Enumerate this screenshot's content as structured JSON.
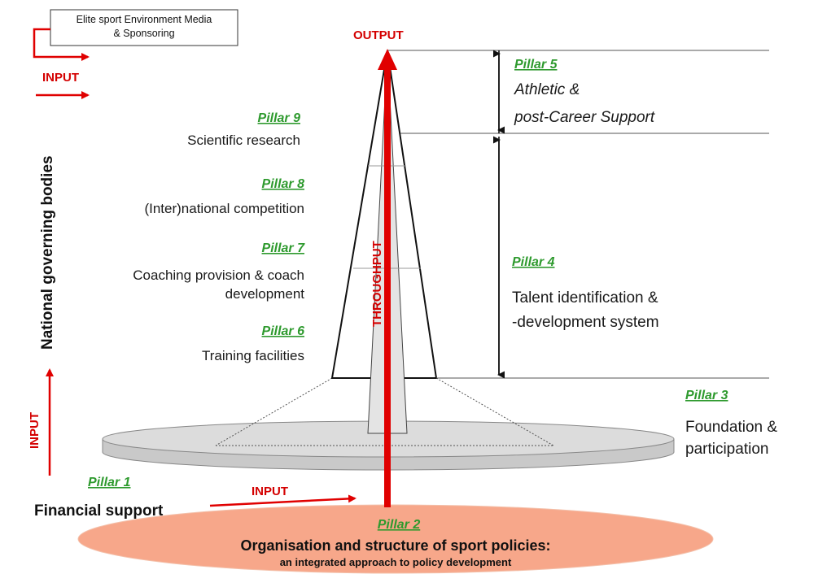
{
  "colors": {
    "pillar_label": "#2e9a2e",
    "arrow_red": "#e00000",
    "red_text": "#d40000",
    "policy_fill": "#f7a78a",
    "disc_fill": "#d8d8d8",
    "tower_fill": "#e4e4e4"
  },
  "top_box": {
    "line1": "Elite sport Environment Media",
    "line2": "& Sponsoring"
  },
  "labels": {
    "output": "OUTPUT",
    "input_top": "INPUT",
    "input_left": "INPUT",
    "input_bottom": "INPUT",
    "throughput": "THROUGHPUT",
    "national_governing_bodies": "National governing bodies"
  },
  "pillars": {
    "p1": {
      "label": "Pillar 1",
      "text": "Financial support"
    },
    "p2": {
      "label": "Pillar 2",
      "line1": "Organisation and structure of sport policies:",
      "line2": "an integrated approach to policy development"
    },
    "p3": {
      "label": "Pillar 3",
      "line1": "Foundation &",
      "line2": "participation"
    },
    "p4": {
      "label": "Pillar 4",
      "line1": "Talent identification &",
      "line2": "-development system"
    },
    "p5": {
      "label": "Pillar 5",
      "line1": "Athletic &",
      "line2": "post-Career Support"
    },
    "p6": {
      "label": "Pillar 6",
      "text": "Training facilities"
    },
    "p7": {
      "label": "Pillar 7",
      "line1": "Coaching provision & coach",
      "line2": "development"
    },
    "p8": {
      "label": "Pillar 8",
      "text": "(Inter)national competition"
    },
    "p9": {
      "label": "Pillar 9",
      "text": "Scientific research"
    }
  }
}
